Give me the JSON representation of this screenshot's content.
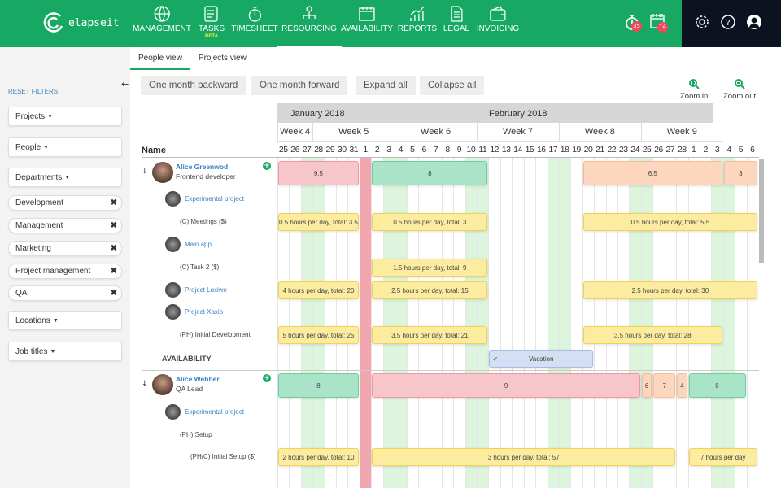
{
  "header": {
    "logo": "elapseit",
    "nav": [
      {
        "label": "MANAGEMENT",
        "icon": "globe-icon"
      },
      {
        "label": "TASKS",
        "icon": "tasks-icon",
        "badge": "BETA"
      },
      {
        "label": "TIMESHEET",
        "icon": "stopwatch-icon"
      },
      {
        "label": "RESOURCING",
        "icon": "resourcing-icon",
        "active": true
      },
      {
        "label": "AVAILABILITY",
        "icon": "calendar-icon"
      },
      {
        "label": "REPORTS",
        "icon": "chart-icon"
      },
      {
        "label": "LEGAL",
        "icon": "document-icon"
      },
      {
        "label": "INVOICING",
        "icon": "wallet-icon"
      }
    ],
    "timer_badge": "35",
    "calendar_badge": "14"
  },
  "sidebar": {
    "reset": "RESET FILTERS",
    "filters": [
      {
        "label": "Projects",
        "type": "drop"
      },
      {
        "label": "People",
        "type": "drop"
      },
      {
        "label": "Departments",
        "type": "drop"
      },
      {
        "label": "Development",
        "type": "tag"
      },
      {
        "label": "Management",
        "type": "tag"
      },
      {
        "label": "Marketing",
        "type": "tag"
      },
      {
        "label": "Project management",
        "type": "tag"
      },
      {
        "label": "QA",
        "type": "tag"
      },
      {
        "label": "Locations",
        "type": "drop"
      },
      {
        "label": "Job titles",
        "type": "drop"
      }
    ]
  },
  "tabs": [
    "People view",
    "Projects view"
  ],
  "toolbar": {
    "backward": "One month backward",
    "forward": "One month forward",
    "expand": "Expand all",
    "collapse": "Collapse all",
    "zoom_in": "Zoom in",
    "zoom_out": "Zoom out"
  },
  "grid": {
    "name_header": "Name",
    "months": [
      {
        "label": "January 2018"
      },
      {
        "label": "February 2018"
      }
    ],
    "weeks": [
      "Week 4",
      "Week 5",
      "Week 6",
      "Week 7",
      "Week 8",
      "Week 9"
    ],
    "days": [
      "25",
      "26",
      "27",
      "28",
      "29",
      "30",
      "31",
      "1",
      "2",
      "3",
      "4",
      "5",
      "6",
      "7",
      "8",
      "9",
      "10",
      "11",
      "12",
      "13",
      "14",
      "15",
      "16",
      "17",
      "18",
      "19",
      "20",
      "21",
      "22",
      "23",
      "24",
      "25",
      "26",
      "27",
      "28",
      "1",
      "2",
      "3",
      "4",
      "5",
      "6"
    ],
    "weekend_days": [
      2,
      3,
      9,
      10,
      16,
      17,
      23,
      24,
      30,
      31,
      37,
      38
    ],
    "holiday_days": [
      7
    ]
  },
  "colors": {
    "red": "#f7c6cb",
    "green": "#a9e4c8",
    "orange": "#fcd6bd",
    "yellow": "#fcec9f",
    "blue": "#d4dff3"
  },
  "rows": [
    {
      "kind": "person",
      "name": "Alice Greenwod",
      "role": "Frontend developer",
      "bars": [
        {
          "s": 0,
          "e": 6,
          "t": "9.5",
          "c": "red"
        },
        {
          "s": 8,
          "e": 17,
          "t": "8",
          "c": "green"
        },
        {
          "s": 26,
          "e": 37,
          "t": "6.5",
          "c": "orange"
        },
        {
          "s": 38,
          "e": 40,
          "t": "3",
          "c": "orange"
        }
      ]
    },
    {
      "kind": "project",
      "name": "Experimental project",
      "bars": []
    },
    {
      "kind": "task",
      "name": "(C) Meetings ($)",
      "bars": [
        {
          "s": 0,
          "e": 6,
          "t": "0.5 hours per day, total: 3.5",
          "c": "yellow"
        },
        {
          "s": 8,
          "e": 17,
          "t": "0.5 hours per day, total: 3",
          "c": "yellow"
        },
        {
          "s": 26,
          "e": 40,
          "t": "0.5 hours per day, total: 5.5",
          "c": "yellow"
        }
      ]
    },
    {
      "kind": "project",
      "name": "Main app",
      "bars": []
    },
    {
      "kind": "task",
      "name": "(C) Task 2 ($)",
      "bars": [
        {
          "s": 8,
          "e": 17,
          "t": "1.5 hours per day, total: 9",
          "c": "yellow"
        }
      ]
    },
    {
      "kind": "project",
      "name": "Project Loxiwe",
      "bars": [
        {
          "s": 0,
          "e": 6,
          "t": "4 hours per day, total: 20",
          "c": "yellow"
        },
        {
          "s": 8,
          "e": 17,
          "t": "2.5 hours per day, total: 15",
          "c": "yellow"
        },
        {
          "s": 26,
          "e": 40,
          "t": "2.5 hours per day, total: 30",
          "c": "yellow"
        }
      ]
    },
    {
      "kind": "project",
      "name": "Project Xaxio",
      "bars": []
    },
    {
      "kind": "task",
      "name": "(PH) Initial Development",
      "bars": [
        {
          "s": 0,
          "e": 6,
          "t": "5 hours per day, total: 25",
          "c": "yellow"
        },
        {
          "s": 8,
          "e": 17,
          "t": "3.5 hours per day, total: 21",
          "c": "yellow"
        },
        {
          "s": 26,
          "e": 37,
          "t": "3.5 hours per day, total: 28",
          "c": "yellow"
        }
      ]
    },
    {
      "kind": "availability",
      "name": "AVAILABILITY",
      "bars": [
        {
          "s": 18,
          "e": 26,
          "t": "Vacation",
          "c": "blue"
        }
      ]
    },
    {
      "kind": "person",
      "name": "Alice Webber",
      "role": "QA Lead",
      "bars": [
        {
          "s": 0,
          "e": 6,
          "t": "8",
          "c": "green"
        },
        {
          "s": 8,
          "e": 30,
          "t": "9",
          "c": "red"
        },
        {
          "s": 31,
          "e": 31,
          "t": "6",
          "c": "orange"
        },
        {
          "s": 32,
          "e": 33,
          "t": "7",
          "c": "orange"
        },
        {
          "s": 34,
          "e": 34,
          "t": "4",
          "c": "orange"
        },
        {
          "s": 35,
          "e": 39,
          "t": "8",
          "c": "green"
        }
      ]
    },
    {
      "kind": "project",
      "name": "Experimental project",
      "bars": []
    },
    {
      "kind": "task",
      "name": "(PH) Setup",
      "bars": []
    },
    {
      "kind": "subtask",
      "name": "(PH/C) Initial Setup ($)",
      "bars": [
        {
          "s": 0,
          "e": 6,
          "t": "2 hours per day, total: 10",
          "c": "yellow"
        },
        {
          "s": 8,
          "e": 33,
          "t": "3 hours per day, total: 57",
          "c": "yellow"
        },
        {
          "s": 35,
          "e": 40,
          "t": "7 hours per day",
          "c": "yellow"
        }
      ]
    }
  ]
}
